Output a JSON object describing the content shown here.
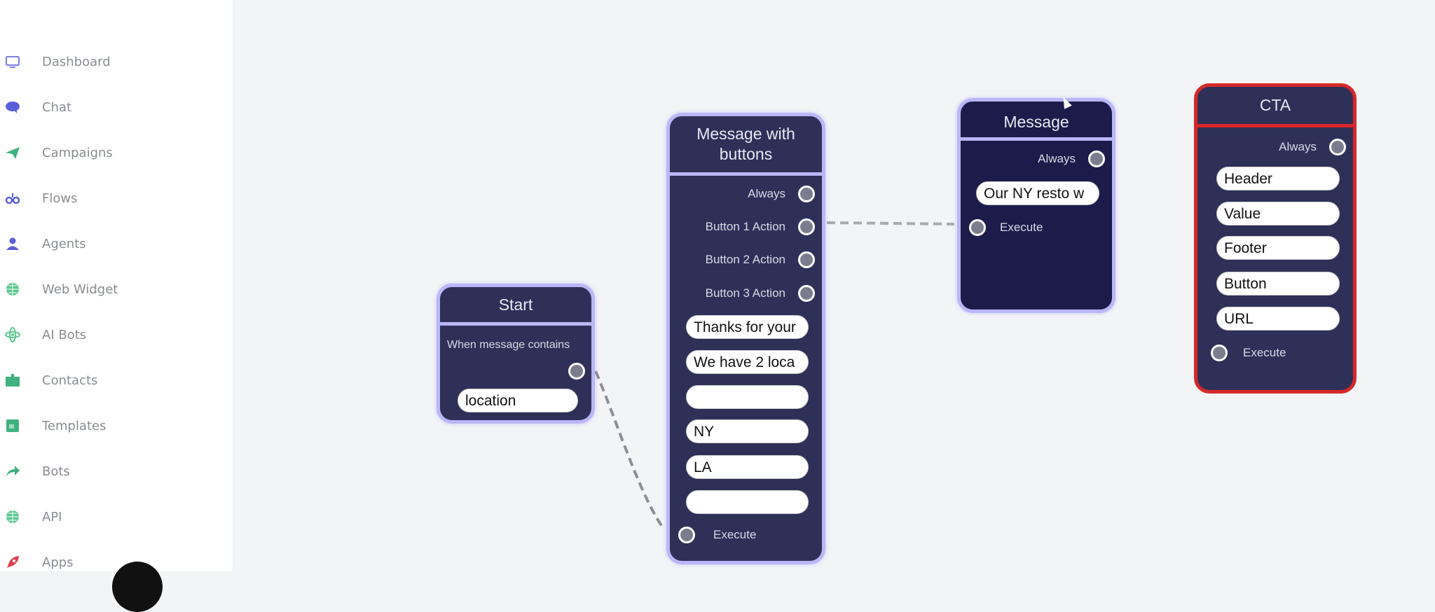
{
  "sidebar": {
    "items": [
      {
        "label": "Dashboard",
        "icon": "monitor-icon",
        "color": "#7b7fe0"
      },
      {
        "label": "Chat",
        "icon": "chat-bubble-icon",
        "color": "#5a5fd8"
      },
      {
        "label": "Campaigns",
        "icon": "paper-plane-icon",
        "color": "#3fb27f"
      },
      {
        "label": "Flows",
        "icon": "flow-icon",
        "color": "#5a5fd8"
      },
      {
        "label": "Agents",
        "icon": "user-icon",
        "color": "#5a5fd8"
      },
      {
        "label": "Web Widget",
        "icon": "globe-icon",
        "color": "#5bc88f"
      },
      {
        "label": "AI Bots",
        "icon": "atom-icon",
        "color": "#5bc88f"
      },
      {
        "label": "Contacts",
        "icon": "contacts-icon",
        "color": "#3fb27f"
      },
      {
        "label": "Templates",
        "icon": "template-icon",
        "color": "#3fb27f"
      },
      {
        "label": "Bots",
        "icon": "share-arrow-icon",
        "color": "#3fb27f"
      },
      {
        "label": "API",
        "icon": "globe-icon",
        "color": "#5bc88f"
      },
      {
        "label": "Apps",
        "icon": "rocket-icon",
        "color": "#e04050"
      }
    ]
  },
  "nodes": {
    "start": {
      "title": "Start",
      "condition": "When message contains",
      "keyword": "location"
    },
    "mwb": {
      "title": "Message with buttons",
      "always": "Always",
      "b1": "Button 1 Action",
      "b2": "Button 2 Action",
      "b3": "Button 3 Action",
      "fields": [
        "Thanks for your",
        "We have 2 loca",
        "",
        "NY",
        "LA",
        ""
      ],
      "execute": "Execute"
    },
    "message": {
      "title": "Message",
      "always": "Always",
      "field": "Our NY resto w",
      "execute": "Execute"
    },
    "cta": {
      "title": "CTA",
      "always": "Always",
      "fields": [
        "Header",
        "Value",
        "Footer",
        "Button",
        "URL"
      ],
      "execute": "Execute",
      "border_color": "#d62828"
    }
  }
}
